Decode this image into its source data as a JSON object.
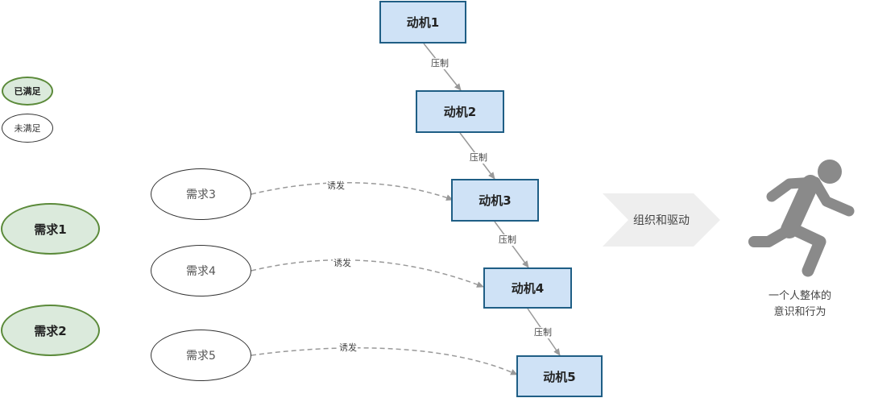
{
  "legend": {
    "satisfied": "已满足",
    "unsatisfied": "未满足"
  },
  "motives": [
    "动机1",
    "动机2",
    "动机3",
    "动机4",
    "动机5"
  ],
  "suppress_label": "压制",
  "needs_satisfied": [
    "需求1",
    "需求2"
  ],
  "needs_unsatisfied": [
    "需求3",
    "需求4",
    "需求5"
  ],
  "induce_label": "诱发",
  "process": "组织和驱动",
  "outcome": {
    "line1": "一个人整体的",
    "line2": "意识和行为"
  },
  "colors": {
    "motive_fill": "#cfe2f6",
    "motive_border": "#1f5e85",
    "satisfied_fill": "#dbeadc",
    "satisfied_border": "#5b8a3a",
    "arrow": "#999999",
    "chevron": "#eeeeee",
    "runner": "#8a8a8a"
  },
  "icons": [
    "running-person-icon",
    "chevron-arrow-icon"
  ]
}
